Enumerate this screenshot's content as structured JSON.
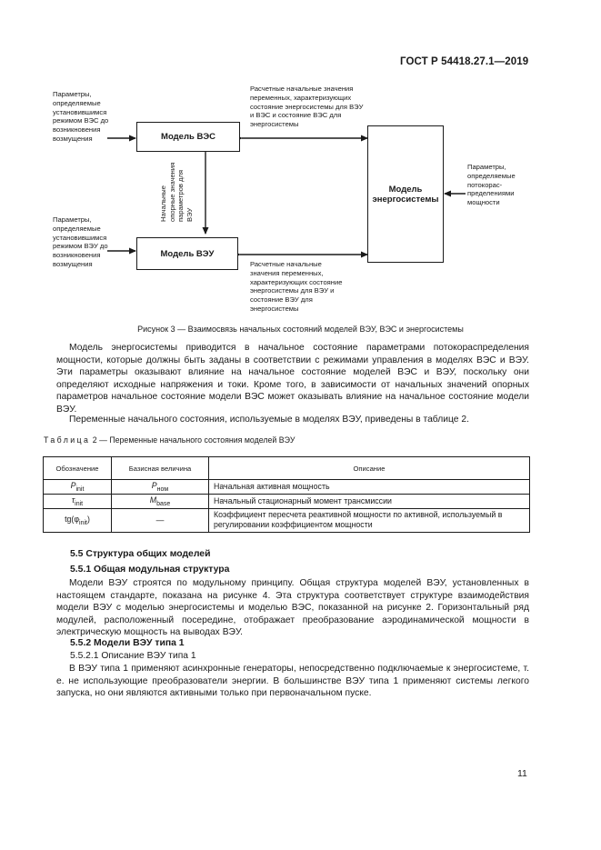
{
  "header": {
    "doc_number": "ГОСТ Р 54418.27.1—2019"
  },
  "diagram": {
    "box_wps": "Модель ВЭС",
    "box_wtu": "Модель ВЭУ",
    "box_grid_line1": "Модель",
    "box_grid_line2": "энергосистемы",
    "left_top_text": [
      "Параметры,",
      "определяемые",
      "установившимся",
      "режимом ВЭС до",
      "возникновения",
      "возмущения"
    ],
    "left_bottom_text": [
      "Параметры,",
      "определяемые",
      "установившимся",
      "режимом ВЭУ до",
      "возникновения",
      "возмущения"
    ],
    "top_right_text": [
      "Расчетные начальные значения",
      "переменных, характеризующих",
      "состояние энергосистемы для ВЭУ",
      "и ВЭС и состояние ВЭС для",
      "энергосистемы"
    ],
    "bottom_right_text": [
      "Расчетные начальные",
      "значения переменных,",
      "характеризующих состояние",
      "энергосистемы для ВЭУ и",
      "состояние ВЭУ для",
      "энергосистемы"
    ],
    "far_right_text": [
      "Параметры,",
      "определяемые",
      "потокорас-",
      "пределениями",
      "мощности"
    ],
    "vertical_text": [
      "Начальные",
      "опорные значения",
      "параметров для",
      "ВЭУ"
    ]
  },
  "figure_caption": "Рисунок 3 — Взаимосвязь начальных состояний моделей ВЭУ, ВЭС и энергосистемы",
  "paragraphs": {
    "p1": "Модель энергосистемы приводится в начальное состояние параметрами потокораспределения мощности, которые должны быть заданы в соответствии с режимами управления в моделях ВЭС и ВЭУ. Эти параметры оказывают влияние на начальное состояние моделей ВЭС и ВЭУ, поскольку они определяют исходные напряжения и токи. Кроме того, в зависимости от начальных значений опорных параметров начальное состояние модели ВЭС может оказывать влияние на начальное состояние модели ВЭУ.",
    "p2": "Переменные начального состояния, используемые в моделях ВЭУ, приведены в таблице 2."
  },
  "table": {
    "title_prefix": "Таблица",
    "title_rest": " 2 — Переменные начального состояния моделей ВЭУ",
    "headers": [
      "Обозначение",
      "Базисная величина",
      "Описание"
    ],
    "rows": [
      {
        "symbol": "P",
        "symbol_sub": "init",
        "base": "P",
        "base_sub": "ном",
        "description": "Начальная активная мощность"
      },
      {
        "symbol": "τ",
        "symbol_sub": "init",
        "base": "M",
        "base_sub": "base",
        "description": "Начальный стационарный момент трансмиссии"
      },
      {
        "symbol": "tg(φ",
        "symbol_sub": "init",
        "symbol_suffix": ")",
        "base": "—",
        "base_sub": "",
        "description": "Коэффициент пересчета реактивной мощности по активной, используемый в регулировании коэффициентом мощности"
      }
    ]
  },
  "section_5_5": {
    "heading": "5.5 Структура общих моделей"
  },
  "section_5_5_1": {
    "heading": "5.5.1 Общая модульная структура",
    "text": "Модели ВЭУ строятся по модульному принципу. Общая структура моделей ВЭУ, установленных в настоящем стандарте, показана на рисунке 4. Эта структура соответствует структуре взаимодействия модели ВЭУ с моделью энергосистемы и моделью ВЭС, показанной на рисунке 2. Горизонтальный ряд модулей, расположенный посередине, отображает преобразование аэродинамической мощности в электрическую мощность на выводах ВЭУ."
  },
  "section_5_5_2": {
    "heading": "5.5.2 Модели ВЭУ типа 1",
    "sub_heading": "5.5.2.1 Описание ВЭУ типа 1",
    "text": "В ВЭУ типа 1 применяют асинхронные генераторы, непосредственно подключаемые к энергосистеме, т. е. не использующие преобразователи энергии. В большинстве ВЭУ типа 1 применяют системы легкого запуска, но они являются активными только при первоначальном пуске."
  },
  "footer": {
    "page_number": "11"
  }
}
